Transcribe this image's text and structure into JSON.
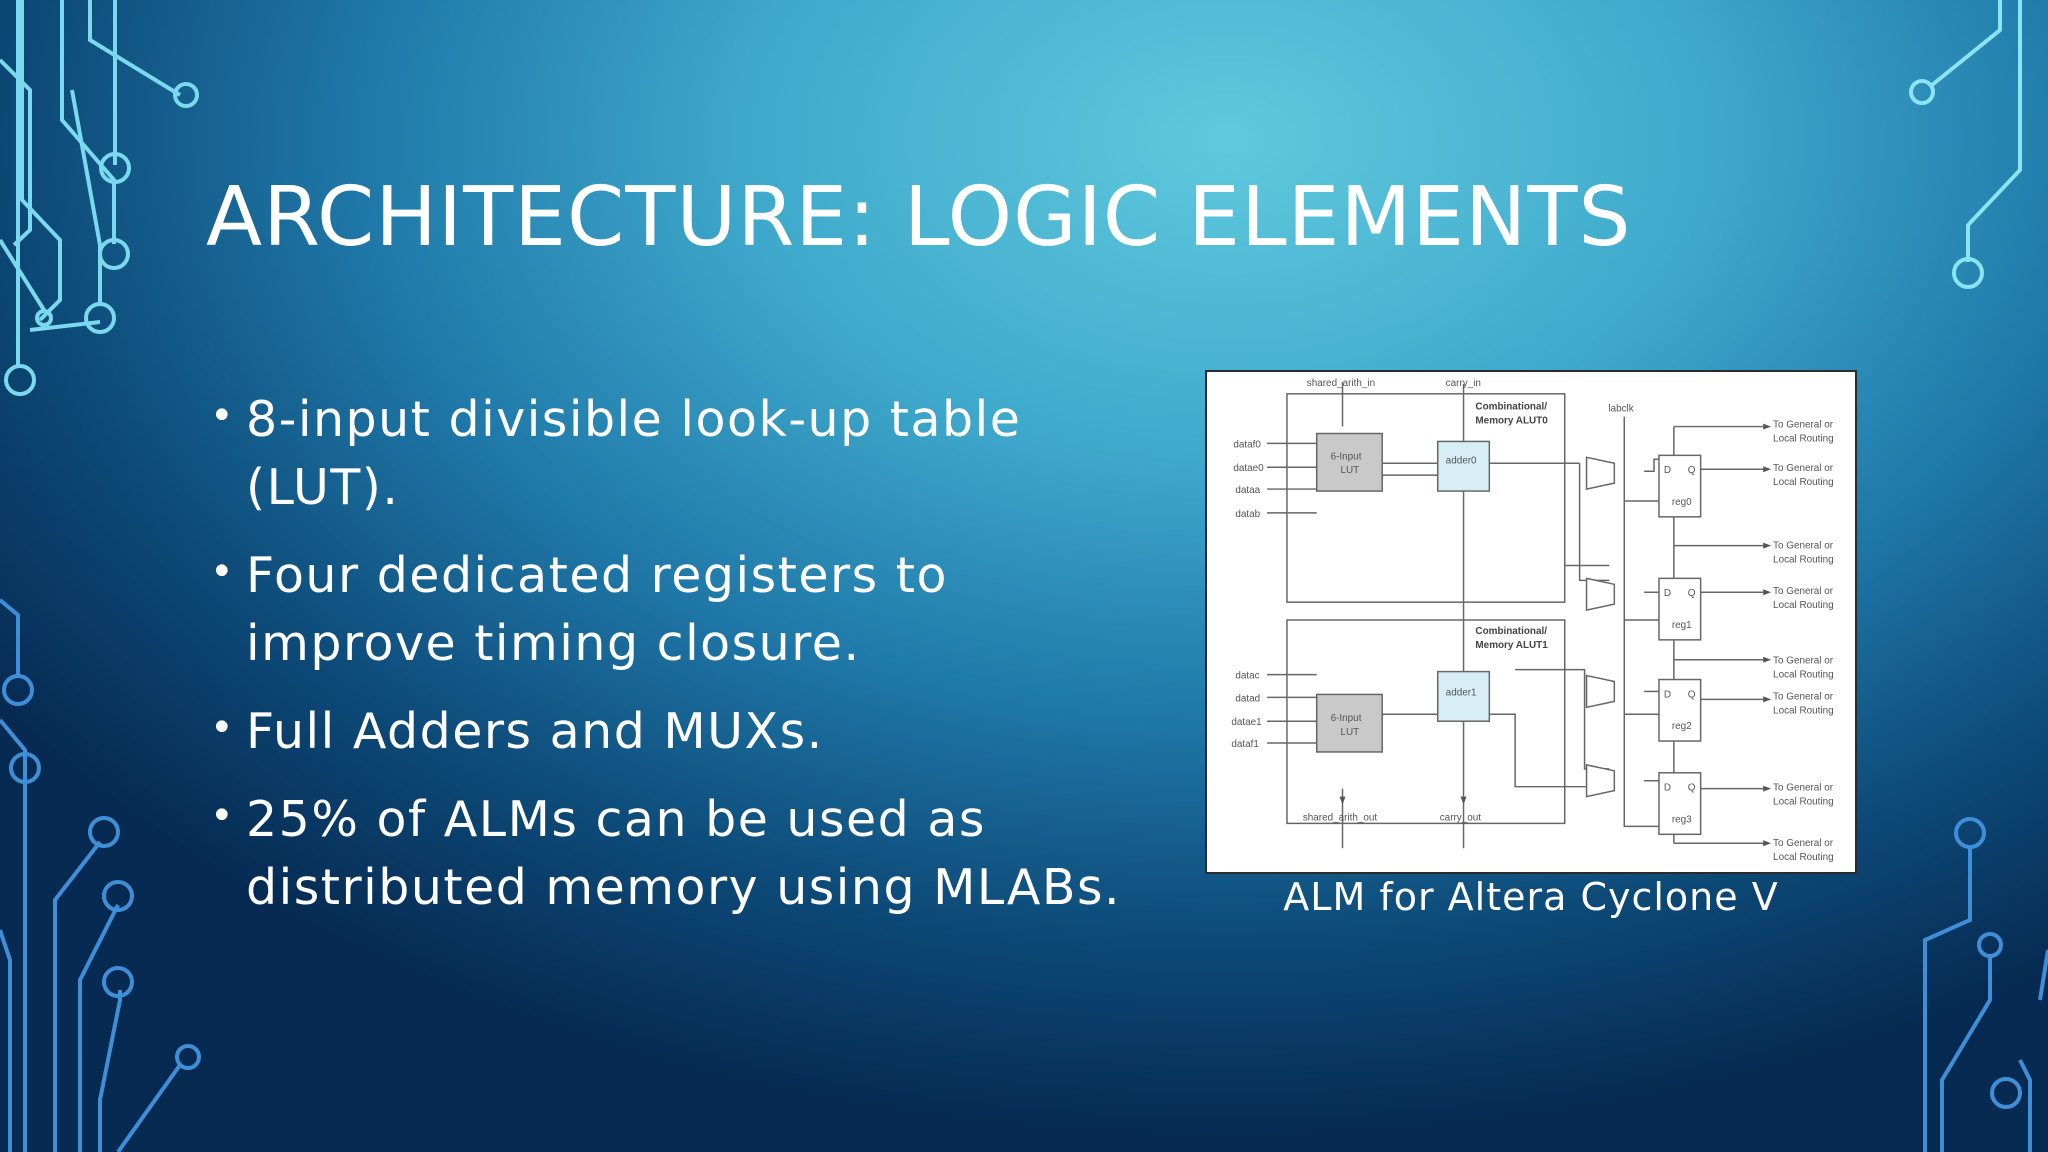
{
  "slide": {
    "title": "ARCHITECTURE: LOGIC ELEMENTS",
    "bullets": [
      "8-input divisible look-up table (LUT).",
      "Four dedicated registers to improve timing closure.",
      "Full Adders and MUXs.",
      "25% of ALMs can be used as distributed memory using MLABs."
    ],
    "bullet_glyph": "•",
    "figure_caption": "ALM for Altera Cyclone V"
  },
  "diagram": {
    "top_inputs": [
      "shared_arith_in",
      "carry_in"
    ],
    "labclk": "labclk",
    "inputs_top": [
      "dataf0",
      "datae0",
      "dataa",
      "datab"
    ],
    "inputs_bottom": [
      "datac",
      "datad",
      "datae1",
      "dataf1"
    ],
    "alut0": [
      "Combinational/",
      "Memory ALUT0"
    ],
    "alut1": [
      "Combinational/",
      "Memory ALUT1"
    ],
    "lut_top": [
      "6-Input",
      "LUT"
    ],
    "lut_bottom": [
      "6-Input",
      "LUT"
    ],
    "adder0": "adder0",
    "adder1": "adder1",
    "reg_labels": [
      "reg0",
      "reg1",
      "reg2",
      "reg3"
    ],
    "reg_d": "D",
    "reg_q": "Q",
    "route_line1": "To General or",
    "route_line2": "Local Routing",
    "bottom_outputs": [
      "shared_arith_out",
      "carry_out"
    ]
  },
  "colors": {
    "bg_light": "#5fc9de",
    "bg_dark": "#062a52",
    "circuit_cyan": "#6fd4ec",
    "circuit_blue": "#3f8fd8",
    "text": "#ffffff",
    "lut_fill": "#c9c9c9",
    "adder_fill": "#d8eef6"
  }
}
